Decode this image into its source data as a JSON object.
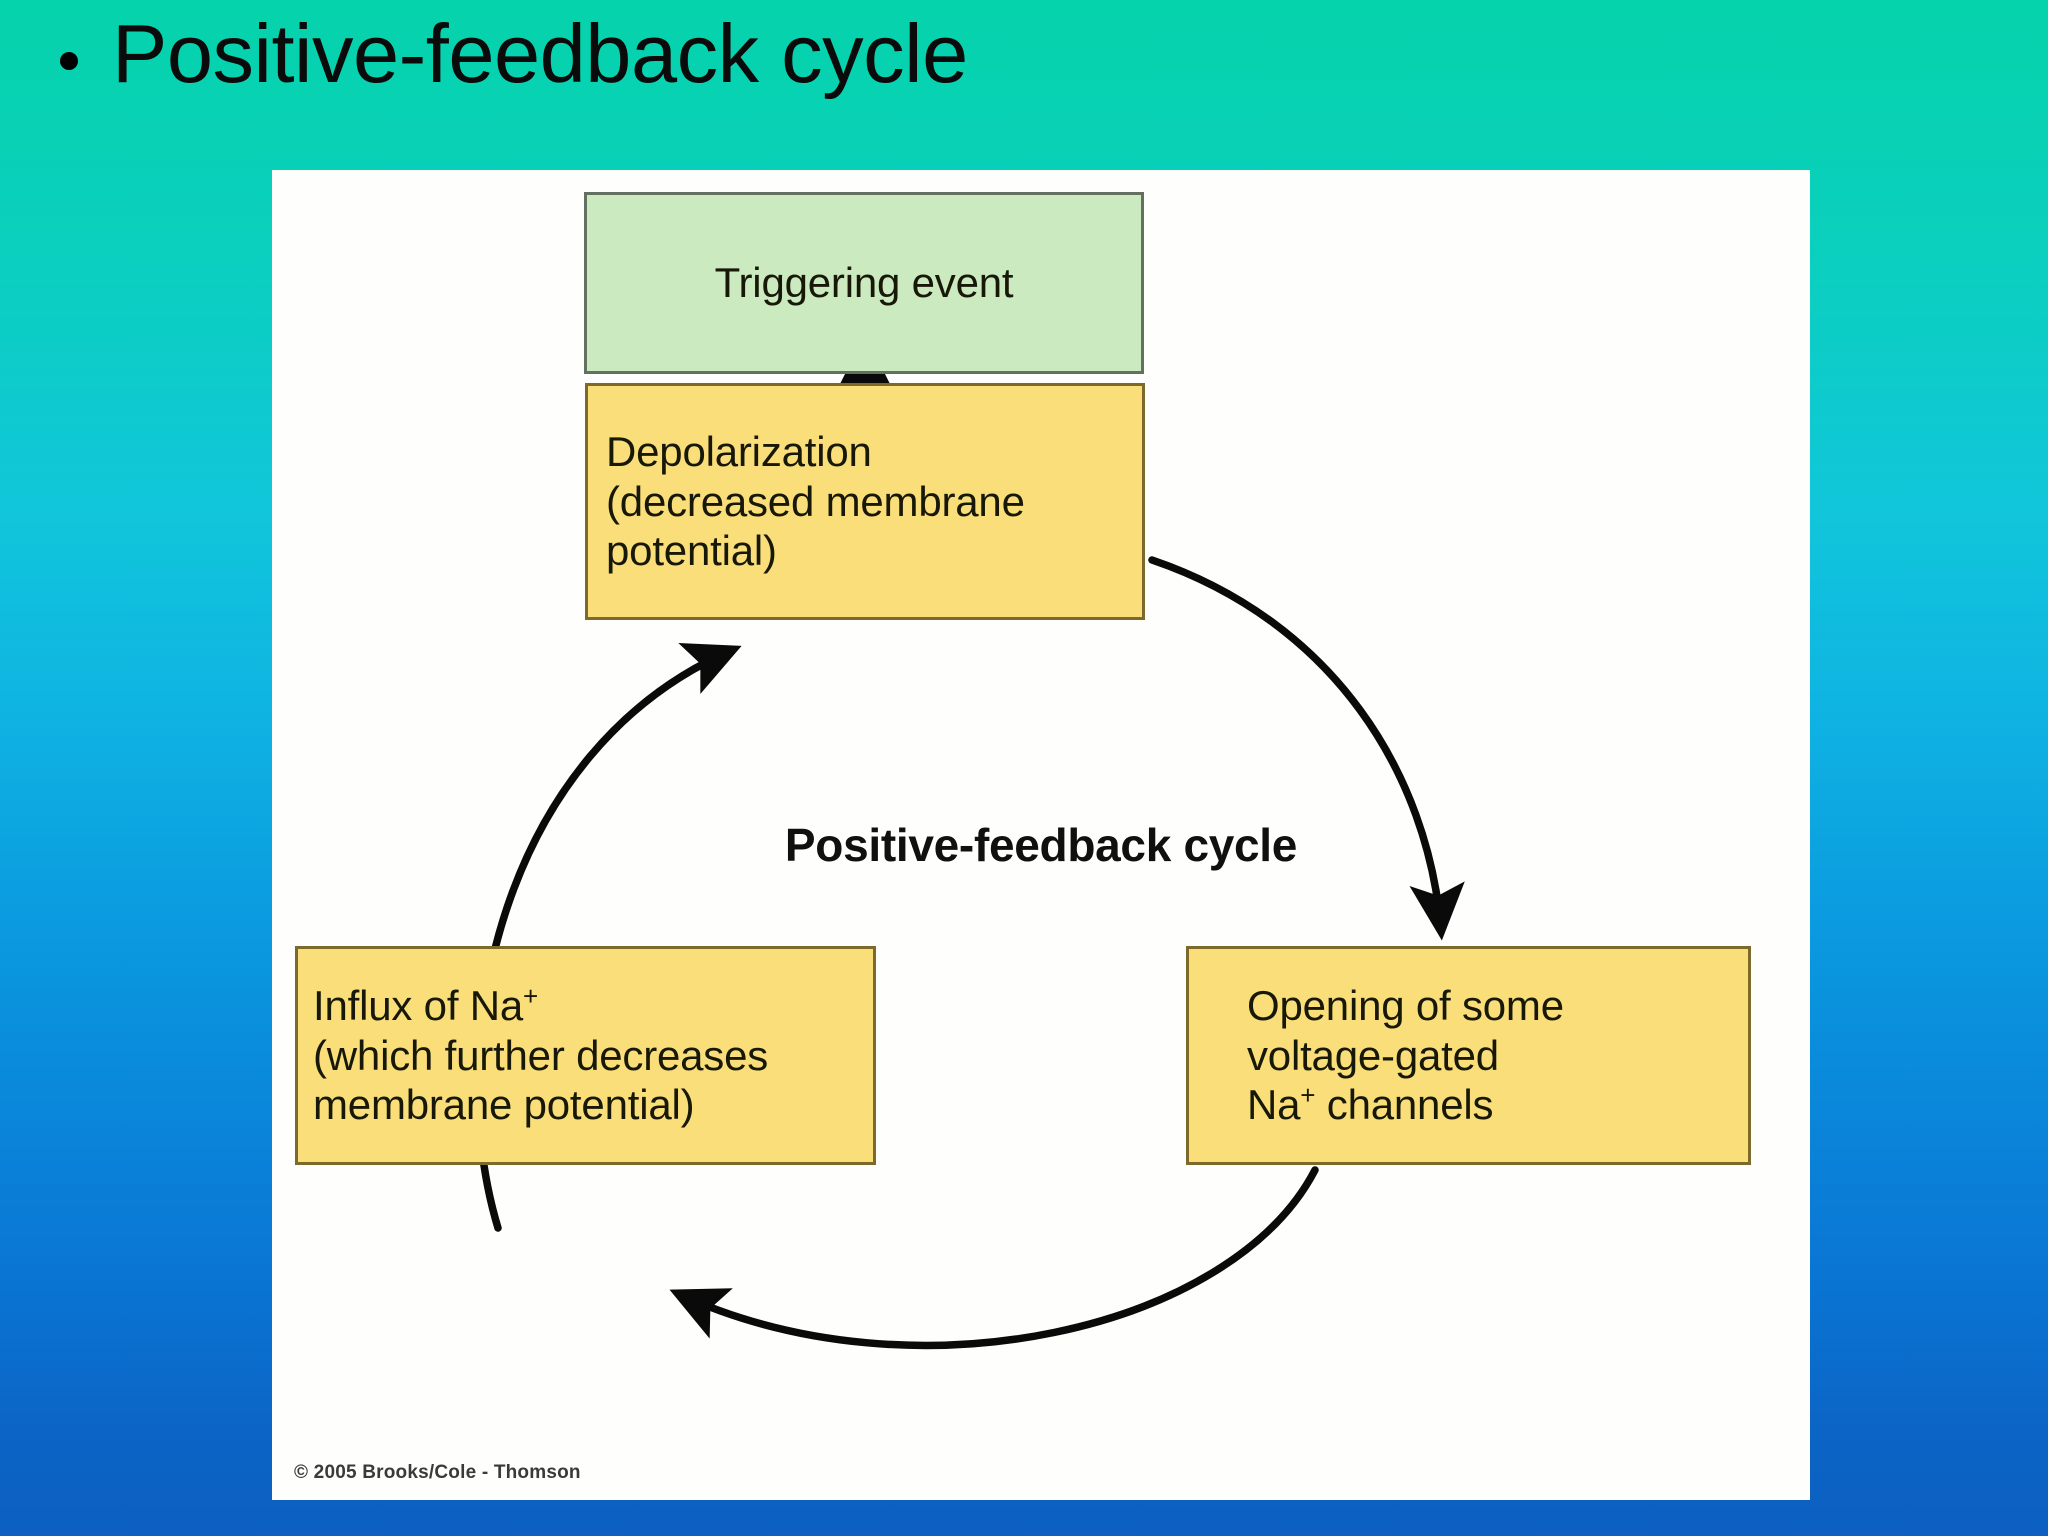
{
  "slide": {
    "title": "Positive-feedback cycle",
    "background_top_color": "#05d3ab",
    "background_bottom_color": "#0c5fc0"
  },
  "figure": {
    "panel_background": "#fefffc",
    "caption": "Positive-feedback cycle",
    "credit": "© 2005 Brooks/Cole - Thomson",
    "nodes": [
      {
        "id": "triggering-event",
        "label": "Triggering event",
        "fill": "#cbeabf",
        "border": "#63705f"
      },
      {
        "id": "depolarization",
        "line1": "Depolarization",
        "line2": "(decreased membrane",
        "line3": "potential)",
        "fill": "#f9de79",
        "border": "#7d6a2a"
      },
      {
        "id": "influx-of-na",
        "line1_a": "Influx of Na",
        "line1_sup": "+",
        "line2": "(which further decreases",
        "line3": "membrane potential)",
        "fill": "#f9de79",
        "border": "#7d6a2a"
      },
      {
        "id": "opening-of-channels",
        "line1": "Opening of some",
        "line2": "voltage-gated",
        "line3_a": "Na",
        "line3_sup": "+",
        "line3_b": " channels",
        "fill": "#f9de79",
        "border": "#7d6a2a"
      }
    ],
    "arrows": [
      {
        "id": "trigger-to-depolarization",
        "kind": "straight-down"
      },
      {
        "id": "depolarization-to-opening",
        "kind": "curve-right-down"
      },
      {
        "id": "opening-to-influx",
        "kind": "curve-bottom-left"
      },
      {
        "id": "influx-to-depolarization",
        "kind": "curve-left-up"
      }
    ]
  }
}
